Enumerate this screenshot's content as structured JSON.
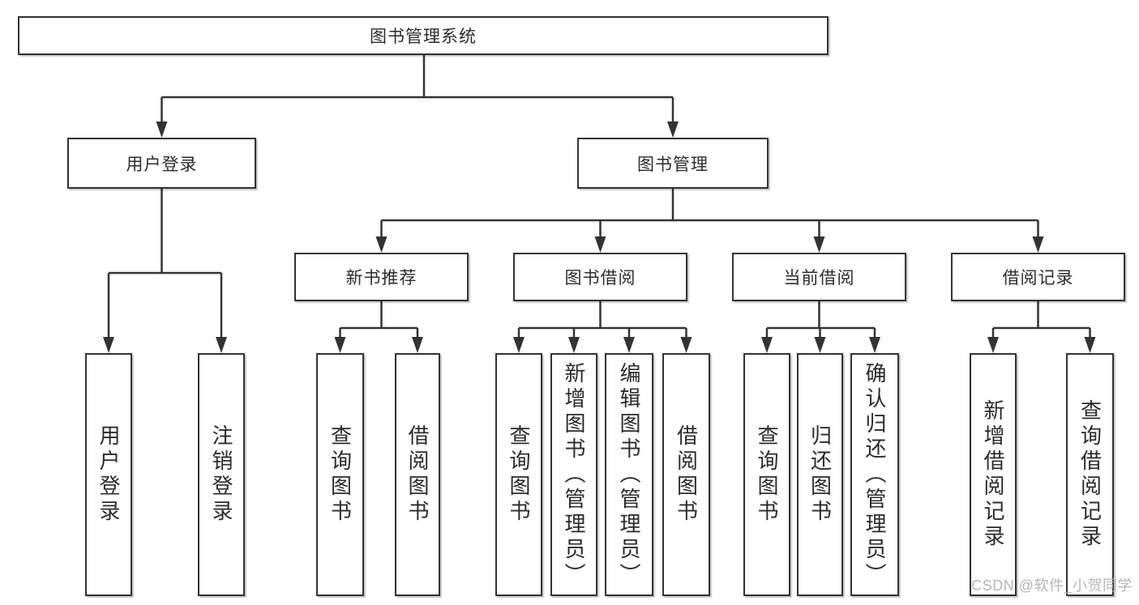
{
  "tree": {
    "root": {
      "label": "图书管理系统"
    },
    "level1": [
      {
        "label": "用户登录",
        "leaves": [
          {
            "label": "用户登录"
          },
          {
            "label": "注销登录"
          }
        ]
      },
      {
        "label": "图书管理",
        "groups": [
          {
            "label": "新书推荐",
            "leaves": [
              {
                "label": "查询图书"
              },
              {
                "label": "借阅图书"
              }
            ]
          },
          {
            "label": "图书借阅",
            "leaves": [
              {
                "label": "查询图书"
              },
              {
                "label": "新增图书（管理员）"
              },
              {
                "label": "编辑图书（管理员）"
              },
              {
                "label": "借阅图书"
              }
            ]
          },
          {
            "label": "当前借阅",
            "leaves": [
              {
                "label": "查询图书"
              },
              {
                "label": "归还图书"
              },
              {
                "label": "确认归还（管理员）"
              }
            ]
          },
          {
            "label": "借阅记录",
            "leaves": [
              {
                "label": "新增借阅记录"
              },
              {
                "label": "查询借阅记录"
              }
            ]
          }
        ]
      }
    ]
  },
  "watermark": "CSDN @软件_小贺同学",
  "colors": {
    "line": "#333333",
    "box_border": "#333333",
    "text": "#2b2b2b",
    "watermark": "#b5b5b5",
    "background": "#ffffff"
  }
}
